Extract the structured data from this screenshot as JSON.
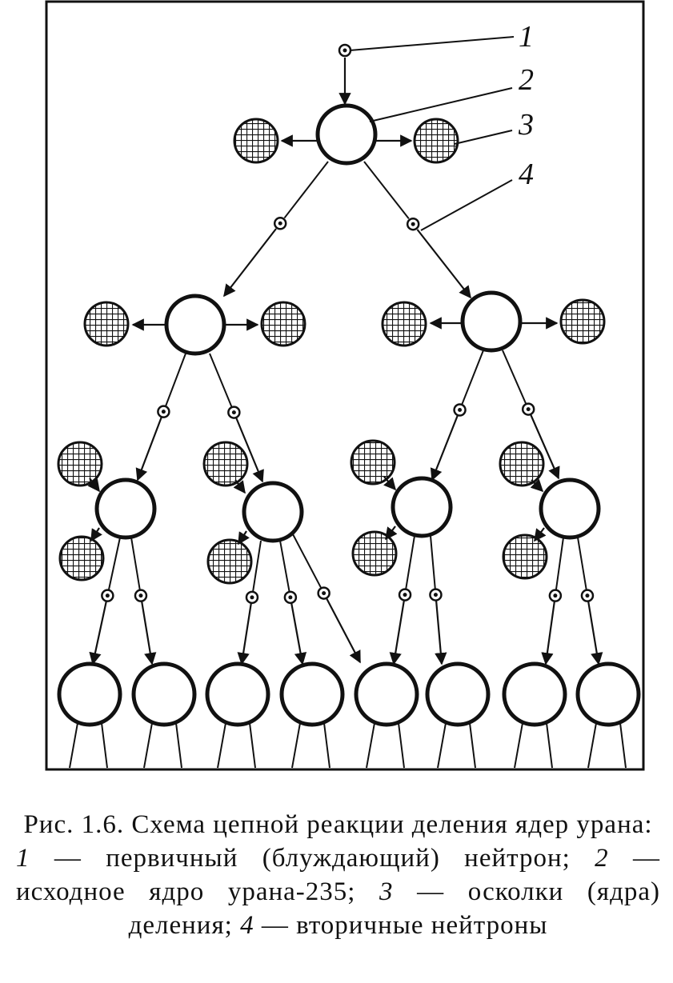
{
  "figure": {
    "callouts": [
      "1",
      "2",
      "3",
      "4"
    ]
  },
  "caption": {
    "title": "Рис. 1.6. Схема цепной реакции деления ядер урана:",
    "legend": [
      {
        "num": "1",
        "text": " — первичный (блуждающий) нейтрон; "
      },
      {
        "num": "2",
        "text": " — исходное ядро урана-235; "
      },
      {
        "num": "3",
        "text": " — осколки (ядра) деления; "
      },
      {
        "num": "4",
        "text": " — вторичные нейтроны"
      }
    ]
  },
  "colors": {
    "ink": "#111111",
    "paper": "#ffffff"
  }
}
